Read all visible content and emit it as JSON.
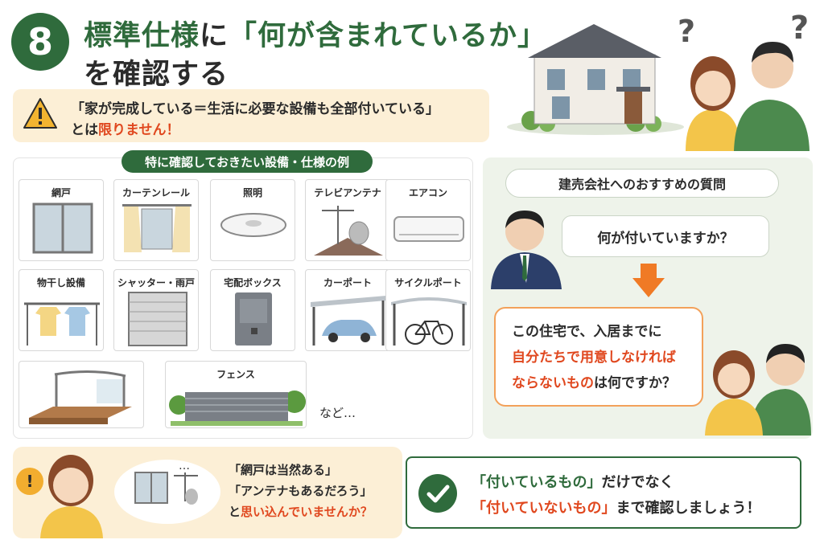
{
  "header": {
    "number": "8",
    "title_green": "標準仕様",
    "title_particle": "に",
    "title_quote": "「何が含まれているか」",
    "title_line2": "を確認する"
  },
  "warning": {
    "line1": "「家が完成している＝生活に必要な設備も全部付いている」",
    "line2_pre": "とは",
    "line2_red": "限りません！"
  },
  "equipment": {
    "title": "特に確認しておきたい設備・仕様の例",
    "items": [
      "網戸",
      "カーテンレール",
      "照明",
      "テレビアンテナ",
      "エアコン",
      "物干し設備",
      "シャッター・雨戸",
      "宅配ボックス",
      "カーポート",
      "サイクルポート",
      "",
      "フェンス"
    ],
    "etc": "など…"
  },
  "questions": {
    "title": "建売会社へのおすすめの質問",
    "q1": "何が付いていますか？",
    "q2_line1": "この住宅で、入居までに",
    "q2_line2_red": "自分たちで用意しなければ",
    "q2_line3_red": "ならないもの",
    "q2_line3_rest": "は何ですか？"
  },
  "bottom_left": {
    "line1": "「網戸は当然ある」",
    "line2": "「アンテナもあるだろう」",
    "line3_pre": "と",
    "line3_red": "思い込んでいませんか？",
    "thought_dots": "…"
  },
  "bottom_right": {
    "line1_green": "「付いているもの」",
    "line1_rest": "だけでなく",
    "line2_red": "「付いていないもの」",
    "line2_rest": "まで確認しましょう！"
  },
  "colors": {
    "brand_green": "#2f6b3c",
    "accent_orange": "#e0481f",
    "warm_bg": "#fcefd6",
    "panel_green_bg": "#eef3ea"
  },
  "icons": [
    "warning-icon",
    "question-mark-icon",
    "exclamation-icon",
    "check-icon",
    "arrow-down-icon"
  ]
}
